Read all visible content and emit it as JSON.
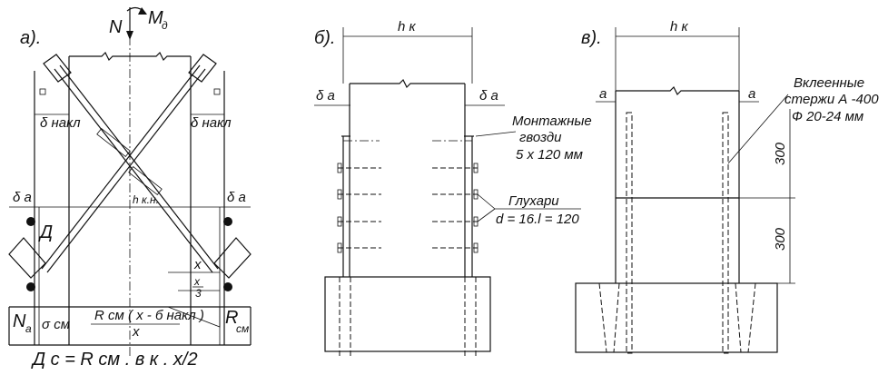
{
  "panel_a": {
    "title": "а).",
    "N": "N",
    "M": "M",
    "M_sub": "д",
    "delta_nakl_left": "δ накл",
    "delta_nakl_right": "δ накл",
    "delta_a_left": "δ а",
    "delta_a_right": "δ а",
    "h_kn": "h к.н.",
    "D": "Д",
    "x": "x",
    "x_over_3_num": "x",
    "x_over_3_den": "3",
    "N_a": "N",
    "N_a_sub": "а",
    "R_cm": "R",
    "R_cm_sub": "см",
    "sigma": "σ см",
    "formula_num": "R см ( x - б накл )",
    "formula_den": "x",
    "bottom_formula": "Д c = R см . в к . x/2"
  },
  "panel_b": {
    "title": "б).",
    "h_k": "h к",
    "delta_a_left": "δ а",
    "delta_a_right": "δ а",
    "nails_label_1": "Монтажные",
    "nails_label_2": "гвозди",
    "nails_label_3": "5 x 120  мм",
    "bolts_label_1": "Глухари",
    "bolts_label_2": "d = 16.l = 120"
  },
  "panel_c": {
    "title": "в).",
    "h_k": "h к",
    "a_left": "а",
    "a_right": "а",
    "rods_label_1": "Вклеенные",
    "rods_label_2": "стержи А -400",
    "rods_label_3": "Ф  20-24  мм",
    "dim_300_top": "300",
    "dim_300_bottom": "300"
  }
}
